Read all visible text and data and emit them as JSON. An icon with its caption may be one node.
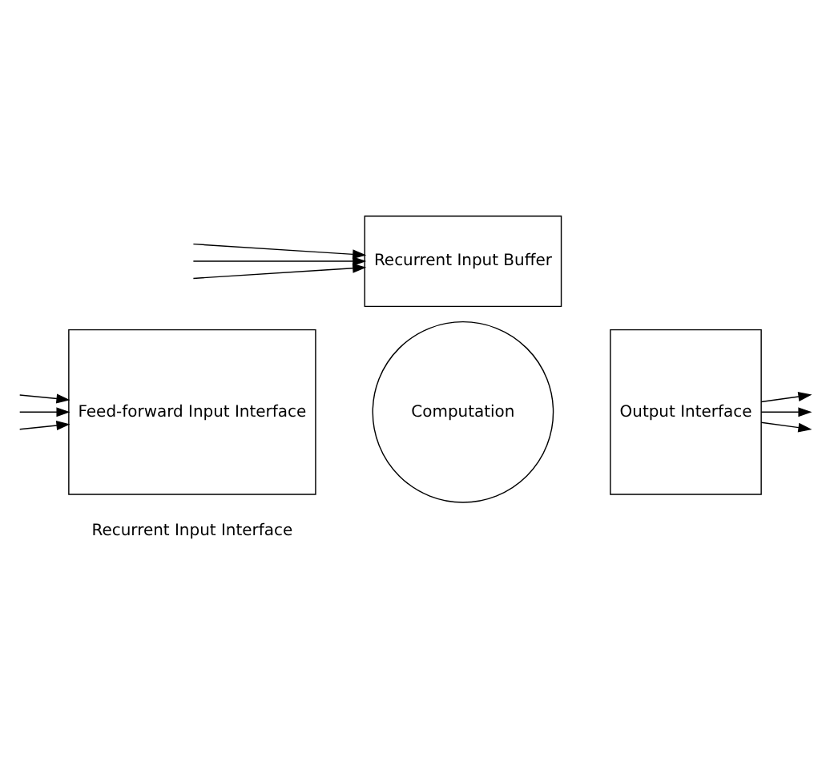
{
  "diagram": {
    "nodes": [
      {
        "text": [
          "Recurrent Input Buffer"
        ]
      },
      {
        "text": [
          "Feed-forward Input Interface"
        ]
      },
      {
        "text": [
          "Computation"
        ]
      },
      {
        "text": [
          "Output Interface"
        ]
      }
    ],
    "edges": [
      {
        "from": null,
        "to": 0,
        "arrow": "to"
      },
      {
        "from": null,
        "to": 0,
        "arrow": "to"
      },
      {
        "from": null,
        "to": 0,
        "arrow": "to"
      },
      {
        "from": null,
        "to": 1,
        "arrow": "to"
      },
      {
        "from": null,
        "to": 1,
        "arrow": "to"
      },
      {
        "from": null,
        "to": 1,
        "arrow": "to"
      },
      {
        "from": 3,
        "to": null,
        "arrow": "to"
      },
      {
        "from": 3,
        "to": null,
        "arrow": "to"
      },
      {
        "from": 3,
        "to": null,
        "arrow": "to"
      }
    ],
    "labels": [
      "Recurrent Input Interface"
    ]
  }
}
